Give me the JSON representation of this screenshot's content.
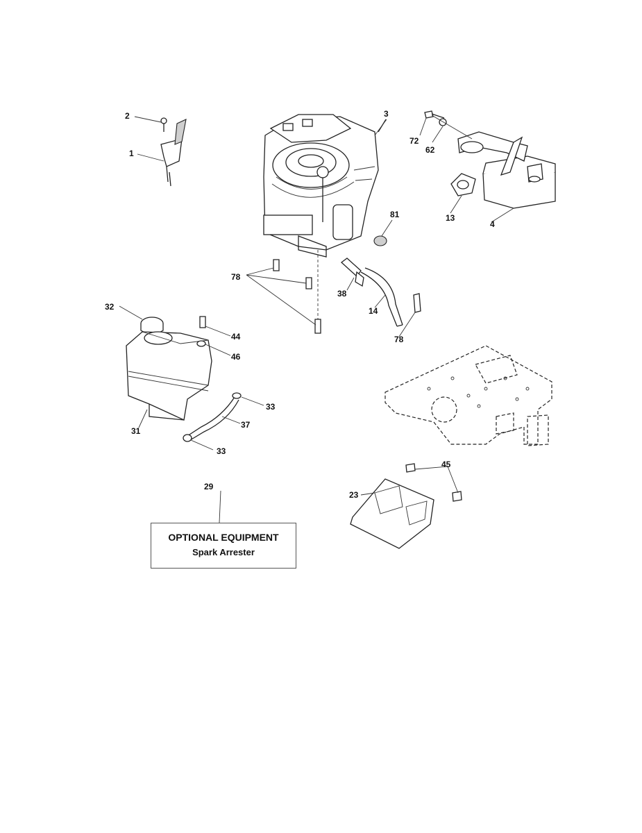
{
  "callouts": {
    "c1": "1",
    "c2": "2",
    "c3": "3",
    "c4": "4",
    "c13": "13",
    "c14": "14",
    "c23": "23",
    "c29": "29",
    "c31": "31",
    "c32": "32",
    "c33a": "33",
    "c33b": "33",
    "c37": "37",
    "c38": "38",
    "c44": "44",
    "c45": "45",
    "c46": "46",
    "c62": "62",
    "c72": "72",
    "c78a": "78",
    "c78b": "78",
    "c81": "81"
  },
  "optional_box": {
    "title": "OPTIONAL EQUIPMENT",
    "subtitle": "Spark Arrester"
  }
}
